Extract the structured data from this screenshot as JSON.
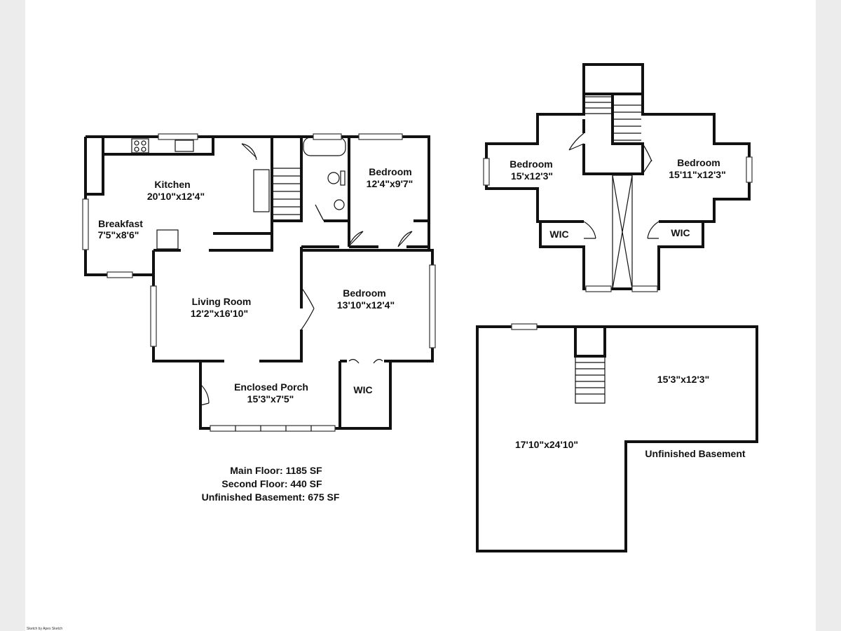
{
  "main_floor": {
    "kitchen": {
      "name": "Kitchen",
      "dim": "20'10\"x12'4\""
    },
    "breakfast": {
      "name": "Breakfast",
      "dim": "7'5\"x8'6\""
    },
    "bedroom_rear": {
      "name": "Bedroom",
      "dim": "12'4\"x9'7\""
    },
    "living_room": {
      "name": "Living Room",
      "dim": "12'2\"x16'10\""
    },
    "bedroom_front": {
      "name": "Bedroom",
      "dim": "13'10\"x12'4\""
    },
    "enclosed_porch": {
      "name": "Enclosed Porch",
      "dim": "15'3\"x7'5\""
    },
    "wic": {
      "name": "WIC"
    }
  },
  "second_floor": {
    "bedroom_left": {
      "name": "Bedroom",
      "dim": "15'x12'3\""
    },
    "bedroom_right": {
      "name": "Bedroom",
      "dim": "15'11\"x12'3\""
    },
    "wic_left": {
      "name": "WIC"
    },
    "wic_right": {
      "name": "WIC"
    }
  },
  "basement": {
    "name": "Unfinished Basement",
    "dim_upper": "15'3\"x12'3\"",
    "dim_main": "17'10\"x24'10\""
  },
  "summary": {
    "main_floor": "Main Floor: 1185 SF",
    "second_floor": "Second Floor: 440 SF",
    "basement": "Unfinished Basement: 675 SF"
  },
  "credit": "Sketch by Apex Sketch"
}
